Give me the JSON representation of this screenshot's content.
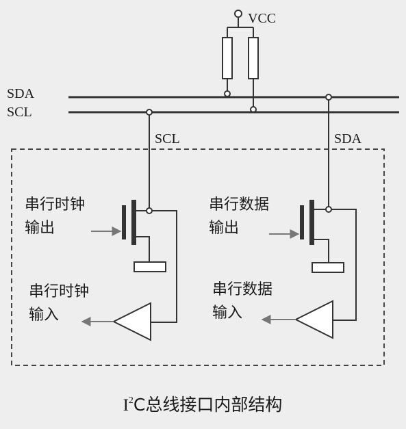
{
  "labels": {
    "vcc": "VCC",
    "sda_bus": "SDA",
    "scl_bus": "SCL",
    "scl_tap": "SCL",
    "sda_tap": "SDA",
    "clock_out_line1": "串行时钟",
    "clock_out_line2": "输出",
    "data_out_line1": "串行数据",
    "data_out_line2": "输出",
    "clock_in_line1": "串行时钟",
    "clock_in_line2": "输入",
    "data_in_line1": "串行数据",
    "data_in_line2": "输入"
  },
  "caption": {
    "prefix": "I",
    "superscript": "2",
    "rest": "C总线接口内部结构"
  },
  "colors": {
    "background": "#eeeeee",
    "line": "#333333",
    "arrow": "#777777",
    "text": "#1a1a1a"
  }
}
